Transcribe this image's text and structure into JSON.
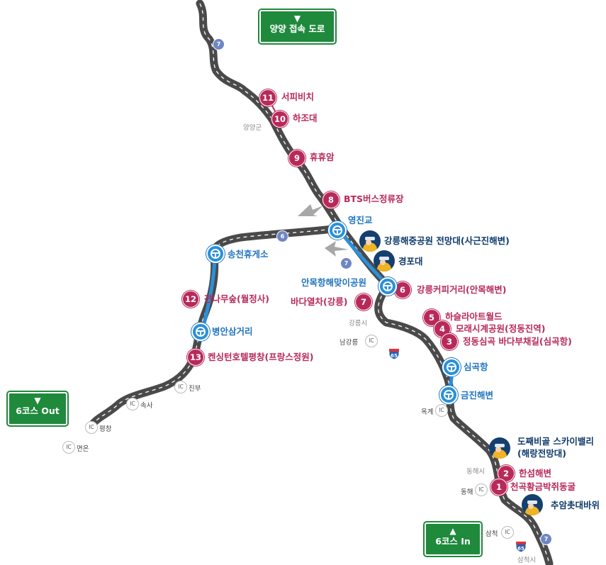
{
  "signs": {
    "yangyang": {
      "arrow": "▼",
      "text": "양양 접속 도로"
    },
    "out": {
      "arrow": "▼",
      "text": "6코스 Out"
    },
    "in": {
      "arrow": "▲",
      "text": "6코스 In"
    }
  },
  "stops": [
    {
      "num": "11",
      "name": "서피비치"
    },
    {
      "num": "10",
      "name": "하조대"
    },
    {
      "num": "9",
      "name": "휴휴암"
    },
    {
      "num": "8",
      "name": "BTS버스정류장"
    },
    {
      "num": "7",
      "name": "바다열차(강릉)"
    },
    {
      "num": "6",
      "name": "강릉커피거리(안목해변)"
    },
    {
      "num": "5",
      "name": "하슬라아트월드"
    },
    {
      "num": "4",
      "name": "모래시계공원(정동진역)"
    },
    {
      "num": "3",
      "name": "정동심곡 바다부채길(심곡항)"
    },
    {
      "num": "12",
      "name": "전나무숲(월정사)"
    },
    {
      "num": "13",
      "name": "켄싱턴호텔평창(프랑스정원)"
    },
    {
      "num": "2",
      "name": "한섬해변"
    },
    {
      "num": "1",
      "name": "천곡황금박쥐동굴"
    }
  ],
  "rest_areas": [
    "영진교",
    "안목항해맞이공원",
    "송천휴게소",
    "병안삼거리",
    "심곡항",
    "금진해변"
  ],
  "viewpoints": [
    "강릉해중공원 전망대(사근진해변)",
    "경포대",
    "도째비골 스카이밸리",
    "(해랑전망대)",
    "추암촛대바위"
  ],
  "regions": [
    "양양군",
    "강릉시",
    "동해시",
    "삼척시"
  ],
  "interchanges": {
    "ic_label": "IC",
    "names": [
      "남강릉",
      "옥계",
      "동해",
      "삼척",
      "진부",
      "속사",
      "평창",
      "면온"
    ]
  },
  "route_numbers": [
    "7",
    "6",
    "7",
    "7"
  ],
  "highway_number": "65",
  "colors": {
    "stop": "#b8295a",
    "rest": "#1f74c0",
    "view": "#143f6e",
    "sign": "#1f8a3c",
    "road": "#5b5b5b",
    "route": "#2b90d9"
  }
}
